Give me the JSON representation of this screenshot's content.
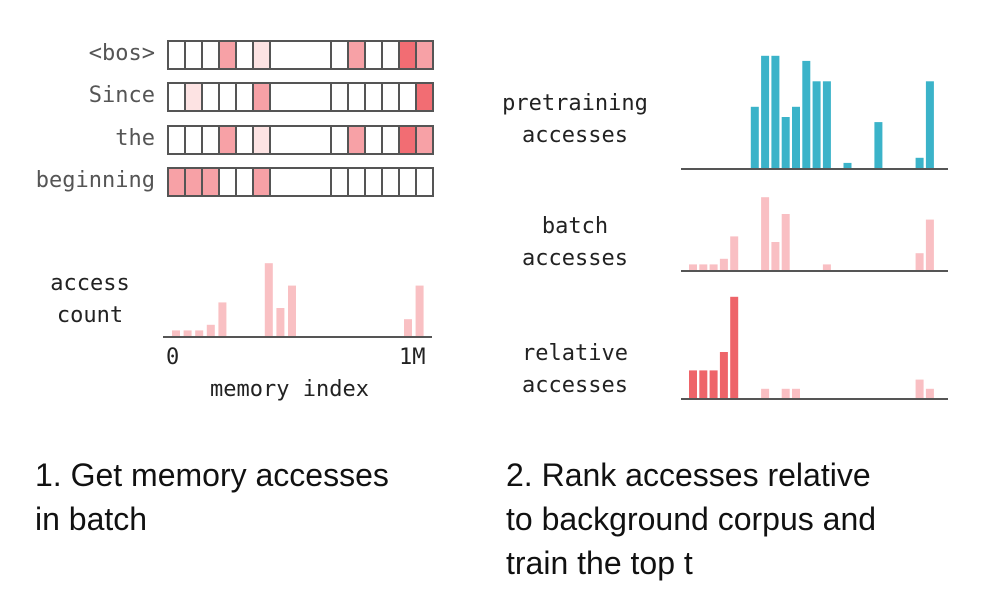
{
  "left_panel": {
    "tokens": [
      "<bos>",
      "Since",
      "the",
      "beginning"
    ],
    "memory_cells": [
      [
        0,
        0,
        0,
        2,
        0,
        1,
        0,
        0,
        0,
        0,
        0,
        2,
        0,
        0,
        3,
        2
      ],
      [
        0,
        1,
        0,
        0,
        0,
        2,
        0,
        0,
        0,
        0,
        0,
        0,
        0,
        0,
        0,
        3
      ],
      [
        0,
        0,
        0,
        2,
        0,
        1,
        0,
        0,
        0,
        0,
        0,
        2,
        0,
        0,
        3,
        2
      ],
      [
        2,
        2,
        2,
        0,
        0,
        2,
        0,
        0,
        0,
        0,
        0,
        0,
        0,
        0,
        0,
        0
      ]
    ],
    "cell_colors": [
      "#ffffff",
      "#fde3e3",
      "#f7a1a6",
      "#f26d73"
    ],
    "ylabel_line1": "access",
    "ylabel_line2": "count",
    "xtick_start": "0",
    "xtick_end": "1M",
    "xlabel": "memory index",
    "access_counts": [
      1,
      1,
      1,
      2,
      6,
      0,
      0,
      0,
      13,
      5,
      9,
      0,
      0,
      0,
      0,
      0,
      0,
      0,
      0,
      0,
      3,
      9
    ]
  },
  "right_panel": {
    "pretraining_label_line1": "pretraining",
    "pretraining_label_line2": "accesses",
    "batch_label_line1": "batch",
    "batch_label_line2": "accesses",
    "relative_label_line1": "relative",
    "relative_label_line2": "accesses"
  },
  "chart_data": [
    {
      "type": "bar",
      "name": "pretraining accesses",
      "values": [
        0,
        0,
        0,
        0,
        0,
        0,
        12,
        22,
        22,
        10,
        12,
        21,
        17,
        17,
        0,
        1,
        0,
        0,
        9,
        0,
        0,
        0,
        2,
        17
      ],
      "color": "#3bb3c9"
    },
    {
      "type": "bar",
      "name": "batch accesses",
      "values": [
        1,
        1,
        1,
        2,
        6,
        0,
        0,
        13,
        5,
        10,
        0,
        0,
        0,
        1,
        0,
        0,
        0,
        0,
        0,
        0,
        0,
        0,
        3,
        9
      ],
      "color": "#f9bfc3"
    },
    {
      "type": "bar",
      "name": "relative accesses",
      "values": [
        3,
        3,
        3,
        5,
        11,
        0,
        0,
        1,
        0,
        1,
        1,
        0,
        0,
        0,
        0,
        0,
        0,
        0,
        0,
        0,
        0,
        0,
        2,
        1
      ],
      "highlighted_count": 5,
      "color": "#ee6469",
      "color_secondary": "#f9bfc3"
    }
  ],
  "captions": {
    "step1_line1": "1. Get memory accesses",
    "step1_line2": "in batch",
    "step2_line1": "2. Rank accesses relative",
    "step2_line2": "to background corpus and",
    "step2_line3": "train the top t"
  }
}
